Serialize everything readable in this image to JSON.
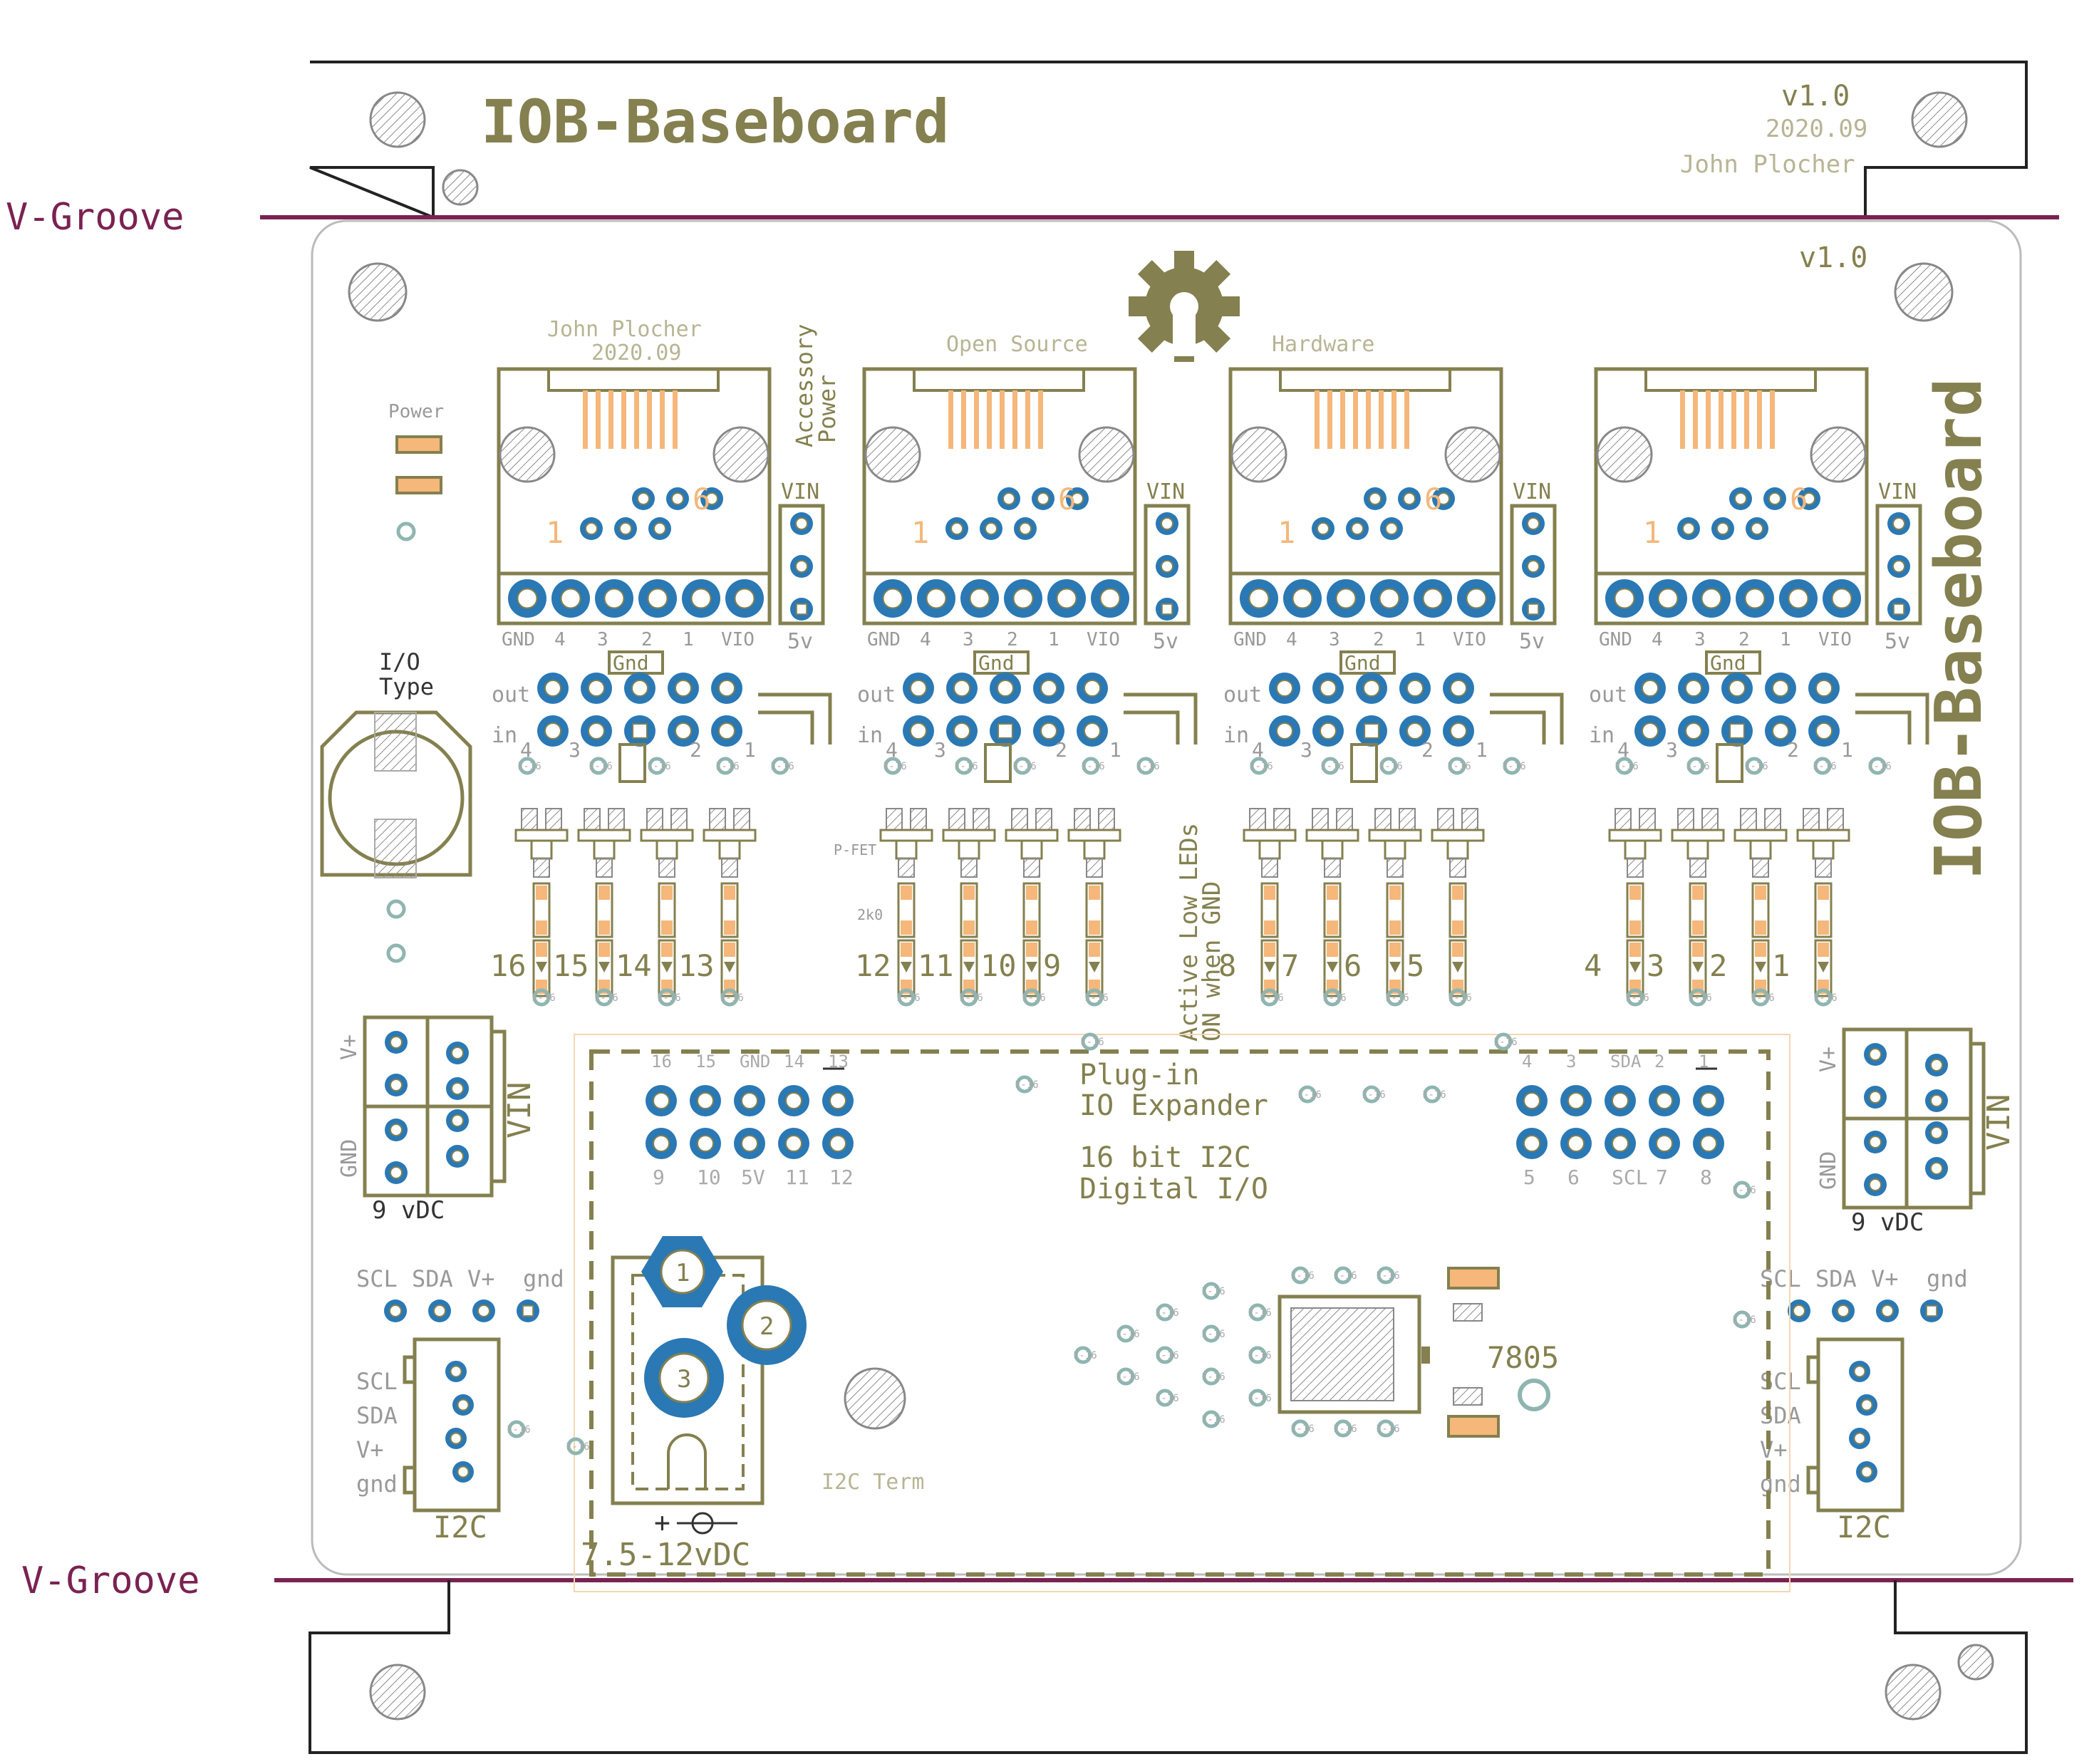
{
  "title_strip": {
    "title": "IOB-Baseboard",
    "version": "v1.0",
    "date": "2020.09",
    "author": "John Plocher"
  },
  "vgroove_labels": [
    "V-Groove",
    "V-Groove"
  ],
  "board": {
    "version": "v1.0",
    "vertical_title": "IOB-Baseboard",
    "top_texts": [
      "John Plocher",
      "2020.09",
      "Open Source",
      "Hardware"
    ],
    "accessory_power": [
      "Accessory",
      "Power"
    ],
    "power_label": "Power",
    "io_type": [
      "I/O",
      "Type"
    ],
    "vin_label": "VIN",
    "five_v_label": "5v",
    "gnd_label": "Gnd",
    "jack_pin_labels": [
      "GND",
      "4",
      "3",
      "2",
      "1",
      "VIO"
    ],
    "rj_pin_labels": [
      "1",
      "6"
    ],
    "out_label": "out",
    "in_label": "in",
    "hdr_small_labels": [
      "4",
      "3",
      "2",
      "1"
    ],
    "pfet_label": "P-FET",
    "res_label": "2k0",
    "via_label": "1-16",
    "channel_groups": [
      [
        "16",
        "15",
        "14",
        "13"
      ],
      [
        "12",
        "11",
        "10",
        "9"
      ],
      [
        "8",
        "7",
        "6",
        "5"
      ],
      [
        "4",
        "3",
        "2",
        "1"
      ]
    ],
    "active_low": [
      "Active Low LEDs",
      "ON when GND"
    ],
    "power_conn": {
      "vplus": "V+",
      "gnd": "GND",
      "vin": "VIN",
      "label": "9 vDC"
    },
    "i2c_row": [
      "SCL",
      "SDA",
      "V+",
      "gnd"
    ],
    "i2c_title": "I2C",
    "expander": {
      "title": [
        "Plug-in",
        "IO Expander"
      ],
      "subtitle": [
        "16 bit I2C",
        "Digital I/O"
      ],
      "left_top": [
        "16",
        "15",
        "GND",
        "14",
        "13"
      ],
      "left_bottom": [
        "9",
        "10",
        "5V",
        "11",
        "12"
      ],
      "right_top": [
        "4",
        "3",
        "SDA",
        "2",
        "1"
      ],
      "right_bottom": [
        "5",
        "6",
        "SCL",
        "7",
        "8"
      ]
    },
    "barrel": {
      "pins": [
        "1",
        "2",
        "3"
      ],
      "polarity": "+",
      "label": "7.5-12vDC"
    },
    "i2c_term": "I2C Term",
    "regulator": "7805"
  },
  "colors": {
    "olive": "#84804f",
    "pad_blue": "#2a78b4",
    "orange": "#f5b77a",
    "maroon": "#7a2251",
    "grey": "#8a8a8a"
  }
}
